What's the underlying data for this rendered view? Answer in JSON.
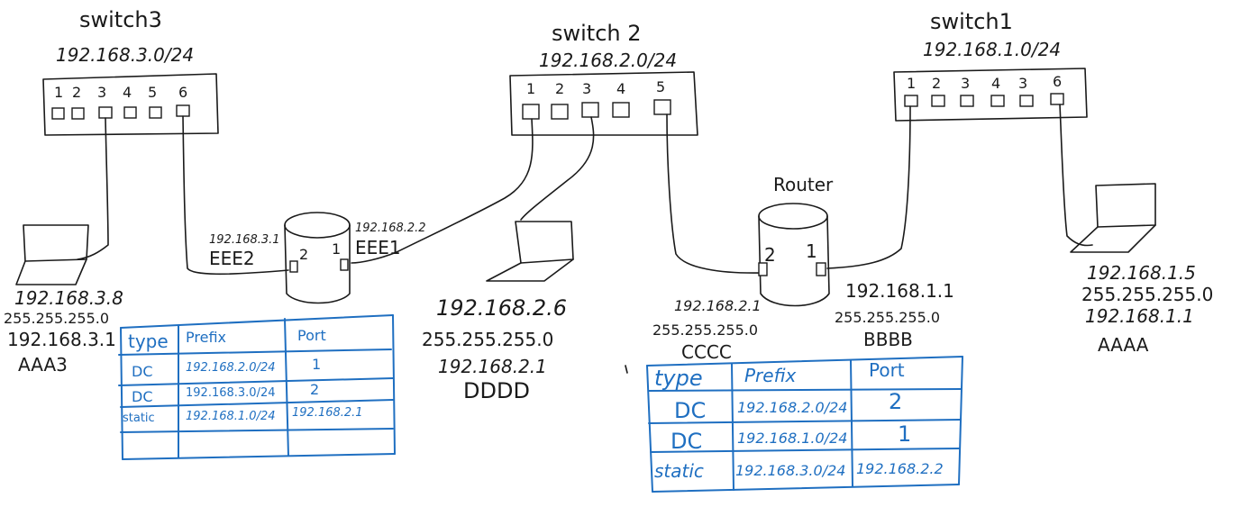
{
  "switches": {
    "switch3": {
      "name": "switch3",
      "subnet": "192.168.3.0/24",
      "ports": [
        "1",
        "2",
        "3",
        "4",
        "5",
        "6"
      ]
    },
    "switch2": {
      "name": "switch 2",
      "subnet": "192.168.2.0/24",
      "ports": [
        "1",
        "2",
        "3",
        "4",
        "5"
      ]
    },
    "switch1": {
      "name": "switch1",
      "subnet": "192.168.1.0/24",
      "ports": [
        "1",
        "2",
        "3",
        "4",
        "3",
        "6"
      ]
    }
  },
  "hosts": {
    "aaa3": {
      "ip": "192.168.3.8",
      "mask": "255.255.255.0",
      "gateway": "192.168.3.1",
      "name": "AAA3"
    },
    "dddd": {
      "ip": "192.168.2.6",
      "mask": "255.255.255.0",
      "gateway": "192.168.2.1",
      "name": "DDDD"
    },
    "aaaa": {
      "ip": "192.168.1.5",
      "mask": "255.255.255.0",
      "gateway": "192.168.1.1",
      "name": "AAAA"
    }
  },
  "router_left": {
    "port2": "2",
    "port1": "1",
    "if2_ip": "192.168.3.1",
    "if2_name": "EEE2",
    "if1_ip": "192.168.2.2",
    "if1_name": "EEE1"
  },
  "router_right": {
    "title": "Router",
    "port2": "2",
    "port1": "1",
    "if2_ip": "192.168.2.1",
    "if2_mask": "255.255.255.0",
    "if2_name": "CCCC",
    "if1_ip": "192.168.1.1",
    "if1_mask": "255.255.255.0",
    "if1_name": "BBBB"
  },
  "table_left": {
    "headers": [
      "type",
      "Prefix",
      "Port"
    ],
    "rows": [
      [
        "DC",
        "192.168.2.0/24",
        "1"
      ],
      [
        "DC",
        "192.168.3.0/24",
        "2"
      ],
      [
        "static",
        "192.168.1.0/24",
        "192.168.2.1"
      ]
    ]
  },
  "table_right": {
    "headers": [
      "type",
      "Prefix",
      "Port"
    ],
    "rows": [
      [
        "DC",
        "192.168.2.0/24",
        "2"
      ],
      [
        "DC",
        "192.168.1.0/24",
        "1"
      ],
      [
        "static",
        "192.168.3.0/24",
        "192.168.2.2"
      ]
    ]
  },
  "colors": {
    "ink": "#1a1a1a",
    "table_blue": "#1f6fc1"
  }
}
